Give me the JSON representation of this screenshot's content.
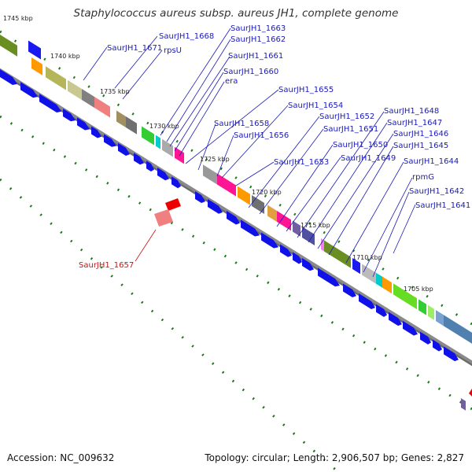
{
  "title": "Staphylococcus aureus subsp. aureus JH1, complete genome",
  "footer": {
    "accession": "Accession: NC_009632",
    "summary": "Topology: circular; Length: 2,906,507 bp; Genes: 2,827"
  },
  "ruler_labels": [
    {
      "id": "kbp-1745",
      "text": "1745 kbp"
    },
    {
      "id": "kbp-1740",
      "text": "1740 kbp"
    },
    {
      "id": "kbp-1735",
      "text": "1735 kbp"
    },
    {
      "id": "kbp-1730",
      "text": "1730 kbp"
    },
    {
      "id": "kbp-1725",
      "text": "1725 kbp"
    },
    {
      "id": "kbp-1720",
      "text": "1720 kbp"
    },
    {
      "id": "kbp-1715",
      "text": "1715 kbp"
    },
    {
      "id": "kbp-1710",
      "text": "1710 kbp"
    },
    {
      "id": "kbp-1705",
      "text": "1705 kbp"
    }
  ],
  "gene_labels": [
    {
      "id": "saurjh1-1668",
      "text": "SaurJH1_1668"
    },
    {
      "id": "saurjh1-1671",
      "text": "SaurJH1_1671"
    },
    {
      "id": "rpsu",
      "text": "rpsU"
    },
    {
      "id": "saurjh1-1663",
      "text": "SaurJH1_1663"
    },
    {
      "id": "saurjh1-1662",
      "text": "SaurJH1_1662"
    },
    {
      "id": "saurjh1-1661",
      "text": "SaurJH1_1661"
    },
    {
      "id": "saurjh1-1660",
      "text": "SaurJH1_1660"
    },
    {
      "id": "era",
      "text": "era"
    },
    {
      "id": "saurjh1-1655",
      "text": "SaurJH1_1655"
    },
    {
      "id": "saurjh1-1654",
      "text": "SaurJH1_1654"
    },
    {
      "id": "saurjh1-1658",
      "text": "SaurJH1_1658"
    },
    {
      "id": "saurjh1-1656",
      "text": "SaurJH1_1656"
    },
    {
      "id": "saurjh1-1652",
      "text": "SaurJH1_1652"
    },
    {
      "id": "saurjh1-1651",
      "text": "SaurJH1_1651"
    },
    {
      "id": "saurjh1-1653",
      "text": "SaurJH1_1653"
    },
    {
      "id": "saurjh1-1650",
      "text": "SaurJH1_1650"
    },
    {
      "id": "saurjh1-1649",
      "text": "SaurJH1_1649"
    },
    {
      "id": "saurjh1-1648",
      "text": "SaurJH1_1648"
    },
    {
      "id": "saurjh1-1647",
      "text": "SaurJH1_1647"
    },
    {
      "id": "saurjh1-1646",
      "text": "SaurJH1_1646"
    },
    {
      "id": "saurjh1-1645",
      "text": "SaurJH1_1645"
    },
    {
      "id": "saurjh1-1644",
      "text": "SaurJH1_1644"
    },
    {
      "id": "rpmg",
      "text": "rpmG"
    },
    {
      "id": "saurjh1-1642",
      "text": "SaurJH1_1642"
    },
    {
      "id": "saurjh1-1641",
      "text": "SaurJH1_1641"
    },
    {
      "id": "saurjh1-1657",
      "text": "SaurJH1_1657"
    }
  ],
  "colors": {
    "backbone": "#8a8a8a",
    "cds_arrow": "#1010e8",
    "tick": "#1a7a1a",
    "label_blue": "#1a1ab8",
    "label_red": "#cc1111"
  }
}
